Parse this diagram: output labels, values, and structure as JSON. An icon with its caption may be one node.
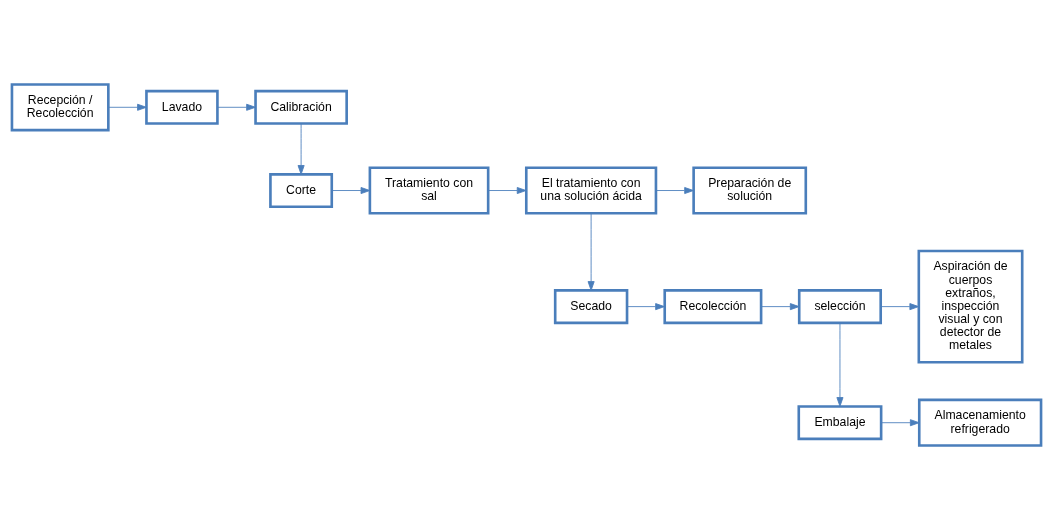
{
  "diagram": {
    "nodes": [
      {
        "text": [
          "Recepción / Recolección"
        ]
      },
      {
        "text": [
          "Lavado"
        ]
      },
      {
        "text": [
          "Calibración"
        ]
      },
      {
        "text": [
          "Corte"
        ]
      },
      {
        "text": [
          "Tratamiento con sal"
        ]
      },
      {
        "text": [
          "El tratamiento con una solución ácida"
        ]
      },
      {
        "text": [
          "Preparación de solución"
        ]
      },
      {
        "text": [
          "Secado"
        ]
      },
      {
        "text": [
          "Recolección"
        ]
      },
      {
        "text": [
          "selección"
        ]
      },
      {
        "text": [
          "Aspiración de cuerpos extraños, inspección visual y con detector de metales"
        ]
      },
      {
        "text": [
          "Embalaje"
        ]
      },
      {
        "text": [
          "Almacenamiento refrigerado"
        ]
      }
    ],
    "edges": [
      {
        "from": 0,
        "to": 1,
        "arrow": "to"
      },
      {
        "from": 1,
        "to": 2,
        "arrow": "to"
      },
      {
        "from": 2,
        "to": 3,
        "arrow": "to"
      },
      {
        "from": 3,
        "to": 4,
        "arrow": "to"
      },
      {
        "from": 4,
        "to": 5,
        "arrow": "to"
      },
      {
        "from": 5,
        "to": 6,
        "arrow": "to"
      },
      {
        "from": 5,
        "to": 7,
        "arrow": "to"
      },
      {
        "from": 7,
        "to": 8,
        "arrow": "to"
      },
      {
        "from": 8,
        "to": 9,
        "arrow": "to"
      },
      {
        "from": 9,
        "to": 10,
        "arrow": "to"
      },
      {
        "from": 9,
        "to": 11,
        "arrow": "to"
      },
      {
        "from": 11,
        "to": 12,
        "arrow": "to"
      }
    ]
  }
}
